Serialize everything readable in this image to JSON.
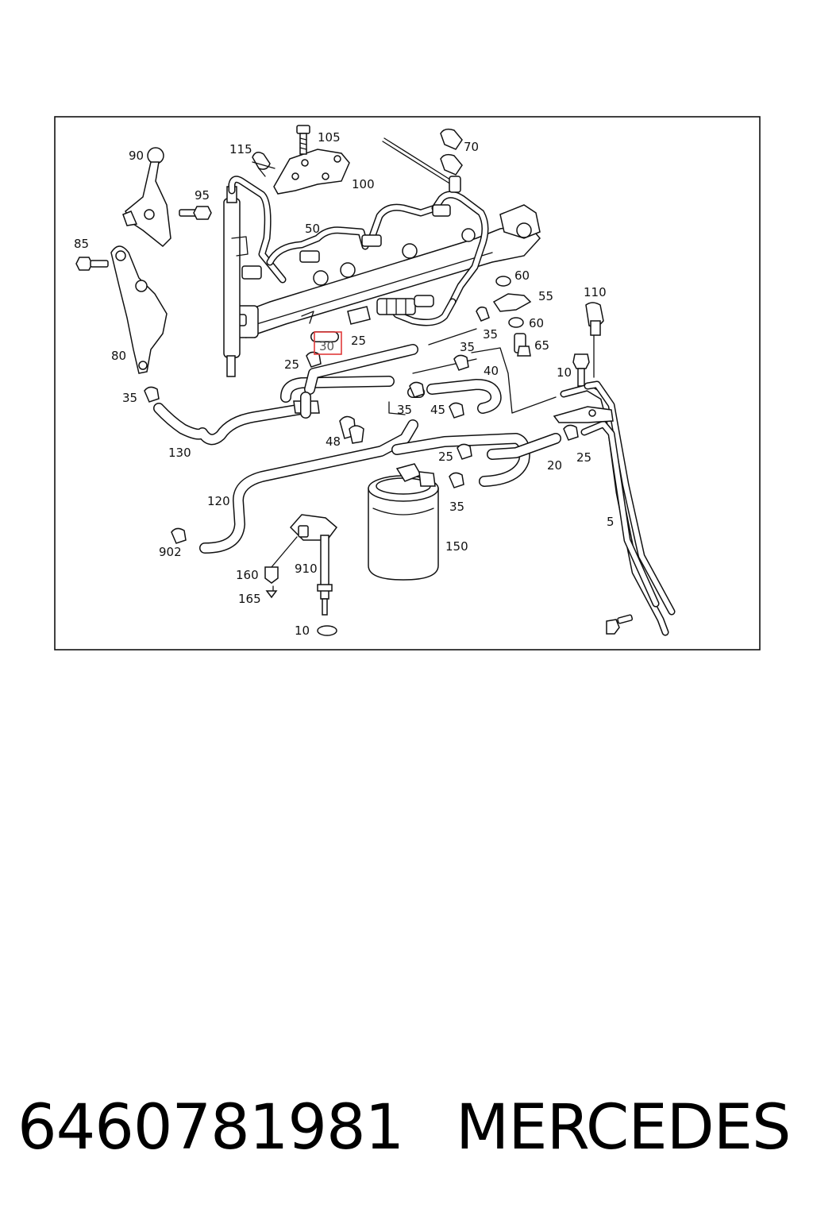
{
  "diagram": {
    "callouts": [
      "90",
      "115",
      "105",
      "70",
      "95",
      "100",
      "85",
      "50",
      "60",
      "55",
      "110",
      "60",
      "80",
      "25",
      "30",
      "35",
      "35",
      "65",
      "25",
      "10",
      "35",
      "40",
      "35",
      "45",
      "130",
      "48",
      "25",
      "20",
      "25",
      "120",
      "35",
      "150",
      "5",
      "902",
      "160",
      "910",
      "165",
      "10"
    ],
    "highlighted_callout": "30",
    "colors": {
      "line": "#111111",
      "highlight": "#e03a3a",
      "background": "#ffffff"
    }
  },
  "footer": {
    "part_number": "6460781981",
    "brand": "MERCEDES"
  }
}
